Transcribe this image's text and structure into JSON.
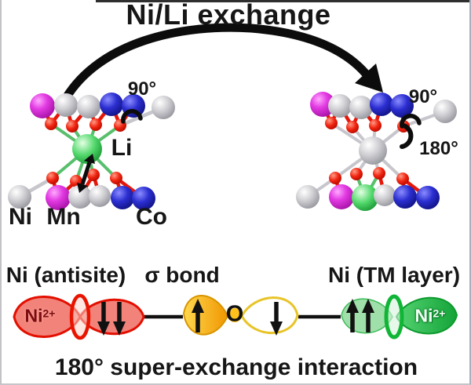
{
  "title": "Ni/Li exchange",
  "left_cluster": {
    "angle_90": "90°",
    "li_label": "Li",
    "ni_label": "Ni",
    "mn_label": "Mn",
    "co_label": "Co"
  },
  "right_cluster": {
    "angle_90": "90°",
    "angle_180": "180°"
  },
  "orbitals": {
    "left_title": "Ni (antisite)",
    "center_title": "σ bond",
    "right_title": "Ni (TM layer)",
    "left_ion": {
      "base": "Ni",
      "charge": "2+"
    },
    "right_ion": {
      "base": "Ni",
      "charge": "2+"
    },
    "oxygen": "O",
    "caption": "180° super-exchange interaction"
  },
  "icons": {
    "exchange_arrow_icon": "curved arrow left-to-right",
    "li_site_swap_icon": "double-headed vertical arrow",
    "antisite_spin_pair": "↓↓",
    "sigma_left_spin": "↑",
    "sigma_right_spin": "↓",
    "tm_layer_spin_pair": "↑↑"
  },
  "colors": {
    "mn_atom": "#cc2bcc",
    "ni_atom": "#c0c0c4",
    "co_atom": "#2b2ed0",
    "o_atom": "#e81400",
    "li_atom": "#3fc85c",
    "orbital_red": "#f2837a",
    "orbital_yellow": "#f7a800",
    "orbital_green": "#2db84e",
    "ink": "#161616"
  }
}
